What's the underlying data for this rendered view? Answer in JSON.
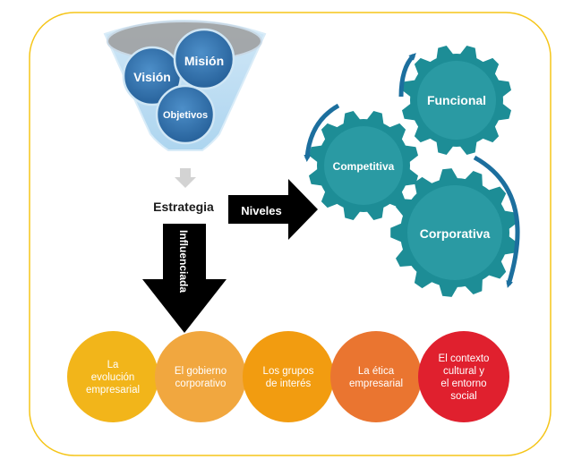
{
  "funnel": {
    "vision": "Visión",
    "mision": "Misión",
    "objetivos": "Objetivos"
  },
  "estrategia": "Estrategia",
  "niveles_label": "Niveles",
  "influenciada_label": "Influenciada",
  "gears": {
    "funcional": "Funcional",
    "competitiva": "Competitiva",
    "corporativa": "Corporativa"
  },
  "factors": [
    {
      "lines": [
        "La",
        "evolución",
        "empresarial"
      ],
      "color": "#f2b51a"
    },
    {
      "lines": [
        "El gobierno",
        "corporativo"
      ],
      "color": "#f1a73f"
    },
    {
      "lines": [
        "Los grupos",
        "de interés"
      ],
      "color": "#f29c10"
    },
    {
      "lines": [
        "La ética",
        "empresarial"
      ],
      "color": "#ea7530"
    },
    {
      "lines": [
        "El contexto",
        "cultural y",
        "el entorno",
        "social"
      ],
      "color": "#e0202e"
    }
  ],
  "colors": {
    "frame": "#f5c518",
    "gear": "#1d8d96",
    "gear_arrow": "#1c6f9e",
    "funnel": "#b9def4",
    "bubble": "#2f6fa8",
    "arrow_black": "#000000"
  }
}
